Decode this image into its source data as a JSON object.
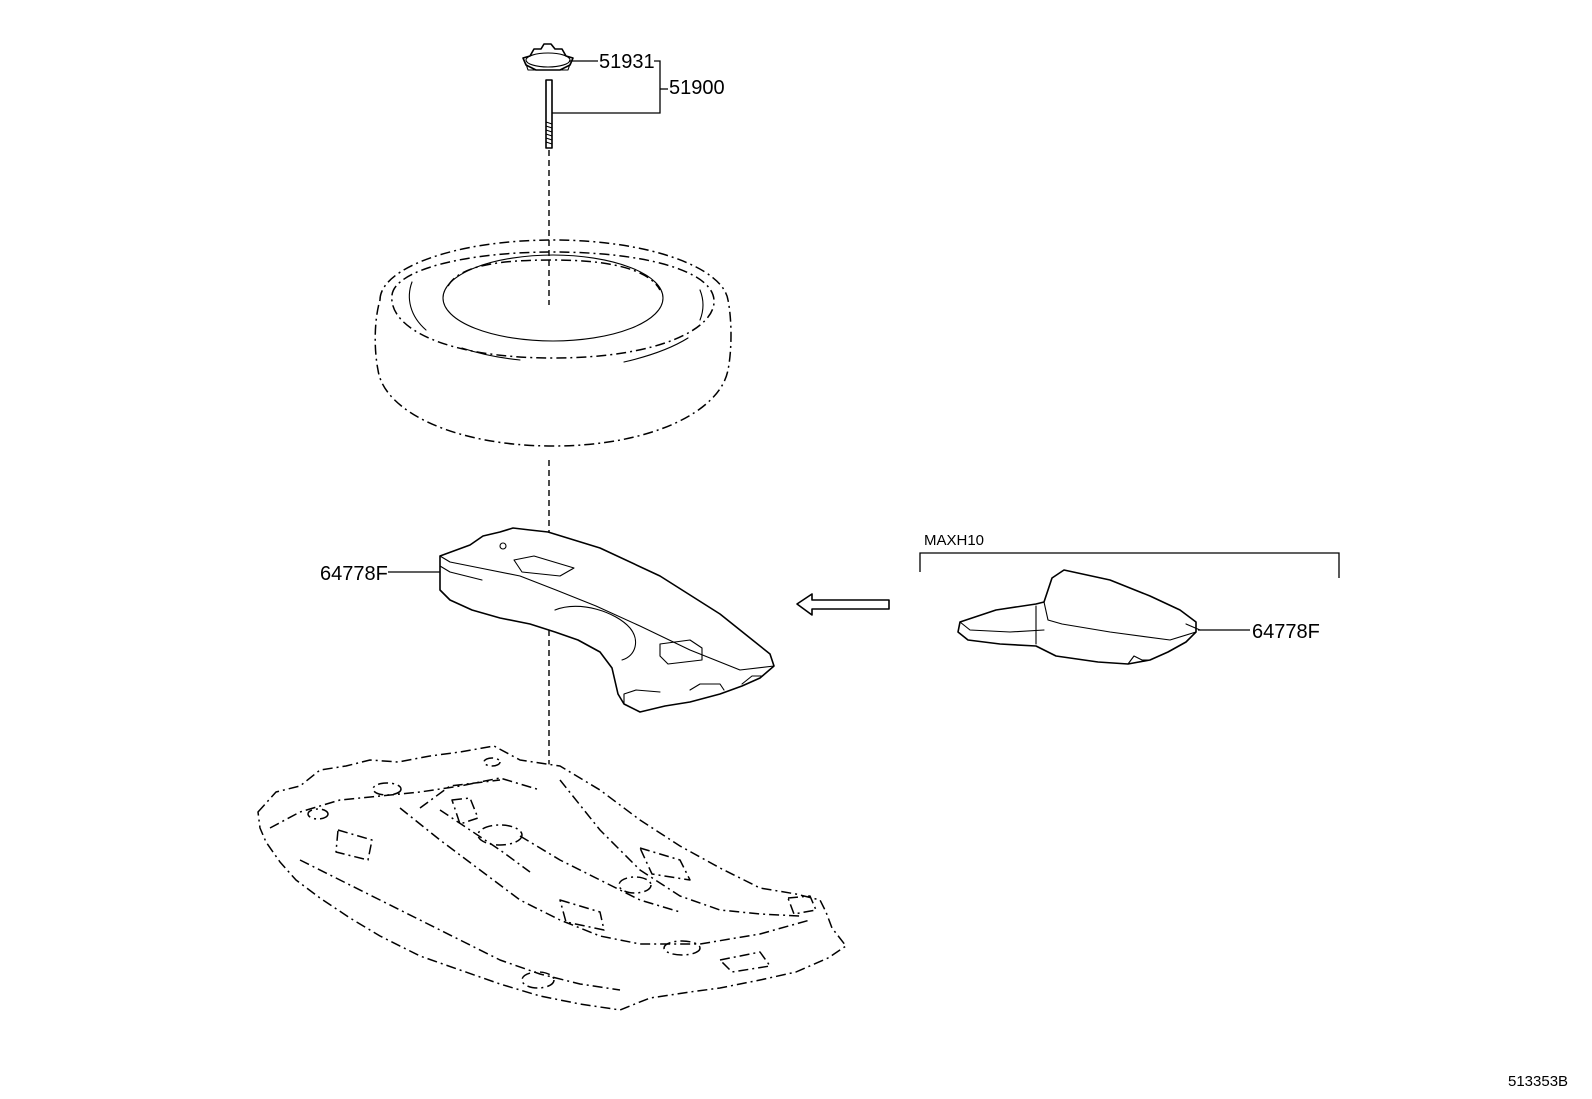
{
  "parts": {
    "wing_nut": "51931",
    "spare_wheel_carrier_assy": "51900",
    "luggage_box_main": "64778F",
    "luggage_box_variant": "64778F"
  },
  "variant": {
    "label": "MAXH10"
  },
  "illustration_code": "513353B",
  "icons": {
    "wing_nut": "wing-nut-icon",
    "stud_bolt": "stud-bolt-icon",
    "tire": "spare-tire-icon",
    "floor_box": "luggage-box-icon",
    "floor_panel": "floor-panel-icon",
    "arrow": "left-arrow-icon"
  }
}
